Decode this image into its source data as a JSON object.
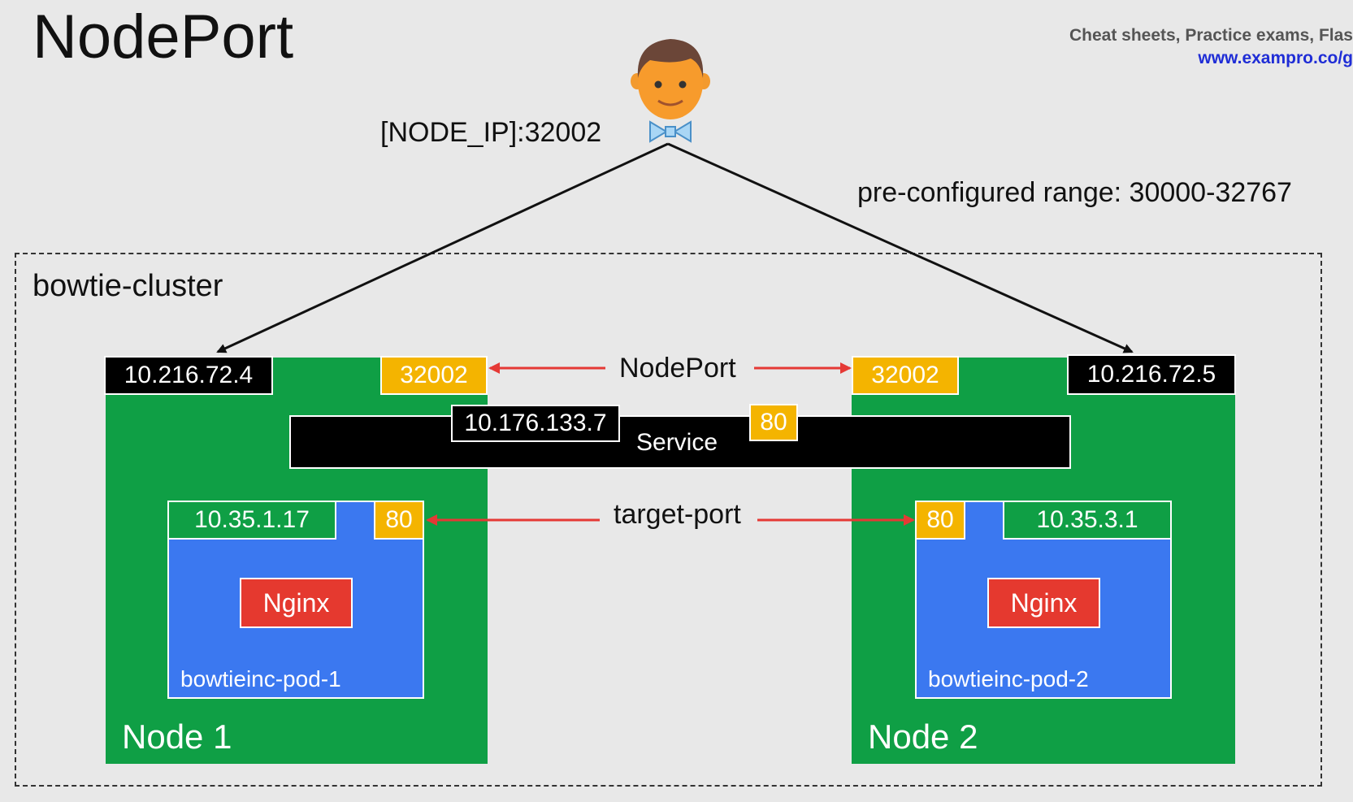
{
  "title": "NodePort",
  "promo": {
    "line1": "Cheat sheets, Practice exams, Flas",
    "line2": "www.exampro.co/g"
  },
  "user": {
    "icon": "user-avatar-icon",
    "address": "[NODE_IP]:32002"
  },
  "port_range_note": "pre-configured range: 30000-32767",
  "cluster": {
    "name": "bowtie-cluster"
  },
  "nodeport_label": "NodePort",
  "target_port_label": "target-port",
  "service": {
    "label": "Service",
    "ip": "10.176.133.7",
    "port": "80"
  },
  "nodes": [
    {
      "name": "Node 1",
      "ip": "10.216.72.4",
      "node_port": "32002",
      "pod": {
        "name": "bowtieinc-pod-1",
        "ip": "10.35.1.17",
        "port": "80",
        "container": "Nginx"
      }
    },
    {
      "name": "Node 2",
      "ip": "10.216.72.5",
      "node_port": "32002",
      "pod": {
        "name": "bowtieinc-pod-2",
        "ip": "10.35.3.1",
        "port": "80",
        "container": "Nginx"
      }
    }
  ],
  "colors": {
    "background": "#e8e8e8",
    "node": "#0f9f45",
    "pod": "#3b78f0",
    "port": "#f4b400",
    "container": "#e5392f",
    "arrow": "#e53935"
  }
}
